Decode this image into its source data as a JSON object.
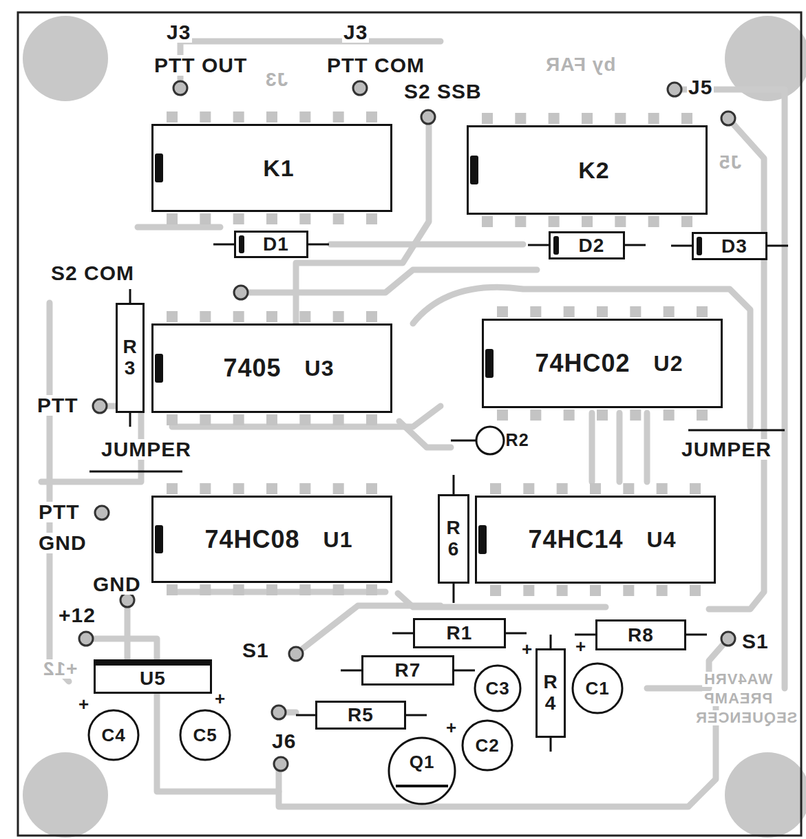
{
  "diagram": {
    "nodes": [
      {
        "text": [
          "K1"
        ]
      },
      {
        "text": [
          "K2"
        ]
      },
      {
        "text": [
          "D1"
        ]
      },
      {
        "text": [
          "D2"
        ]
      },
      {
        "text": [
          "D3"
        ]
      },
      {
        "text": [
          "R 3"
        ]
      },
      {
        "text": [
          "7405",
          "U3"
        ]
      },
      {
        "text": [
          "74HC02",
          "U2"
        ]
      },
      {
        "text": [
          "R2"
        ]
      },
      {
        "text": [
          "74HC08",
          "U1"
        ]
      },
      {
        "text": [
          "R 6"
        ]
      },
      {
        "text": [
          "74HC14",
          "U4"
        ]
      },
      {
        "text": [
          "R1"
        ]
      },
      {
        "text": [
          "R8"
        ]
      },
      {
        "text": [
          "U5"
        ]
      },
      {
        "text": [
          "R7"
        ]
      },
      {
        "text": [
          "C3"
        ]
      },
      {
        "text": [
          "R 4"
        ]
      },
      {
        "text": [
          "C1"
        ]
      },
      {
        "text": [
          "C4"
        ]
      },
      {
        "text": [
          "C5"
        ]
      },
      {
        "text": [
          "R5"
        ]
      },
      {
        "text": [
          "C2"
        ]
      },
      {
        "text": [
          "Q1"
        ]
      }
    ],
    "labels": [
      "J3",
      "PTT OUT",
      "J3",
      "PTT COM",
      "S2 SSB",
      "J5",
      "by FAR",
      "J3",
      "J5",
      "S2 COM",
      "PTT",
      "JUMPER",
      "JUMPER",
      "PTT",
      "GND",
      "GND",
      "+12",
      "+12",
      "S1",
      "S1",
      "J6",
      "WA4VRH",
      "PREAMP",
      "SEQUENCER",
      "+",
      "+",
      "+",
      "+",
      "+"
    ]
  }
}
